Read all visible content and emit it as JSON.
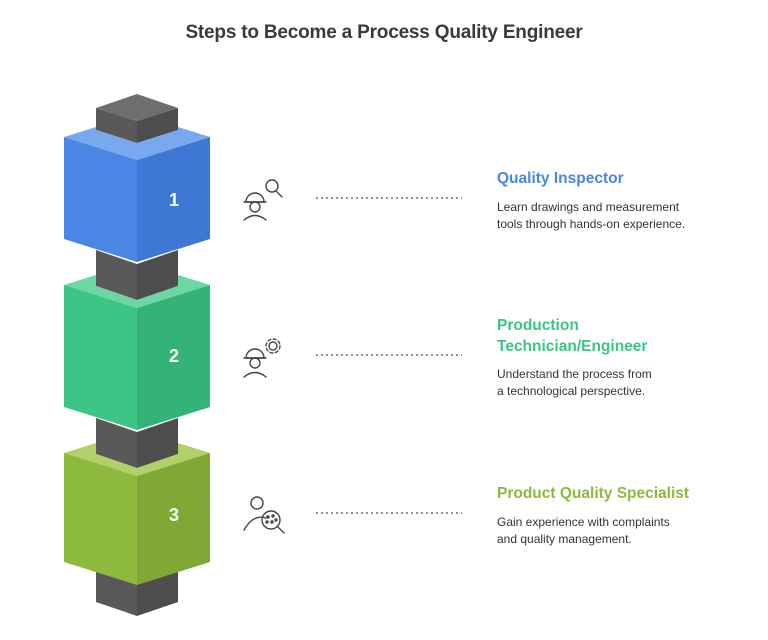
{
  "title": "Steps to Become a Process Quality Engineer",
  "colors": {
    "step1": "#4a86e3",
    "step2": "#3cc585",
    "step3": "#8db93d",
    "shaft": "#5c5c5c"
  },
  "steps": [
    {
      "number": "1",
      "heading": "Quality Inspector",
      "desc_lines": [
        "Learn drawings and measurement",
        "tools through hands-on experience."
      ],
      "icon": "engineer-search-icon"
    },
    {
      "number": "2",
      "heading_lines": [
        "Production",
        "Technician/Engineer"
      ],
      "desc_lines": [
        "Understand the process from",
        "a technological perspective."
      ],
      "icon": "engineer-gear-icon"
    },
    {
      "number": "3",
      "heading": "Product Quality Specialist",
      "desc_lines": [
        "Gain experience with complaints",
        "and quality management."
      ],
      "icon": "person-inspect-icon"
    }
  ]
}
